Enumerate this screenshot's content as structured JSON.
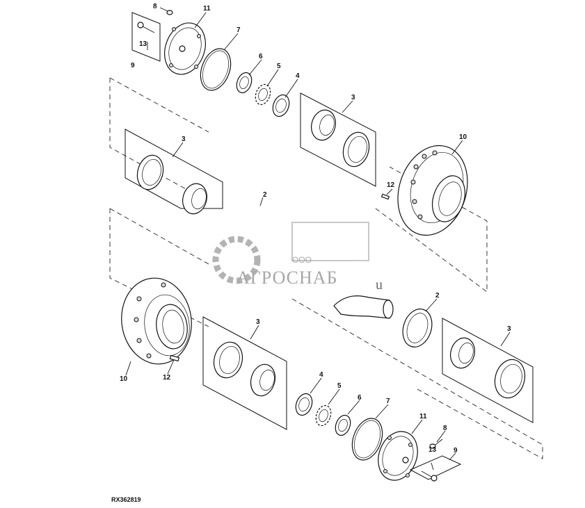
{
  "diagram": {
    "reference_code": "RX362819",
    "callouts": {
      "top_8": "8",
      "top_11": "11",
      "top_13": "13",
      "top_9": "9",
      "top_7": "7",
      "top_6": "6",
      "top_5": "5",
      "top_4": "4",
      "top_3a": "3",
      "top_3b": "3",
      "top_10": "10",
      "top_12": "12",
      "mid_2a": "2",
      "mid_2b": "2",
      "bot_3a": "3",
      "bot_3b": "3",
      "bot_10": "10",
      "bot_12": "12",
      "bot_4": "4",
      "bot_5": "5",
      "bot_6": "6",
      "bot_7": "7",
      "bot_11": "11",
      "bot_8": "8",
      "bot_13": "13",
      "bot_9": "9"
    }
  },
  "watermark": {
    "company_prefix": "ООО",
    "company_name": "АГРОСНАБ",
    "suffix": "u"
  }
}
